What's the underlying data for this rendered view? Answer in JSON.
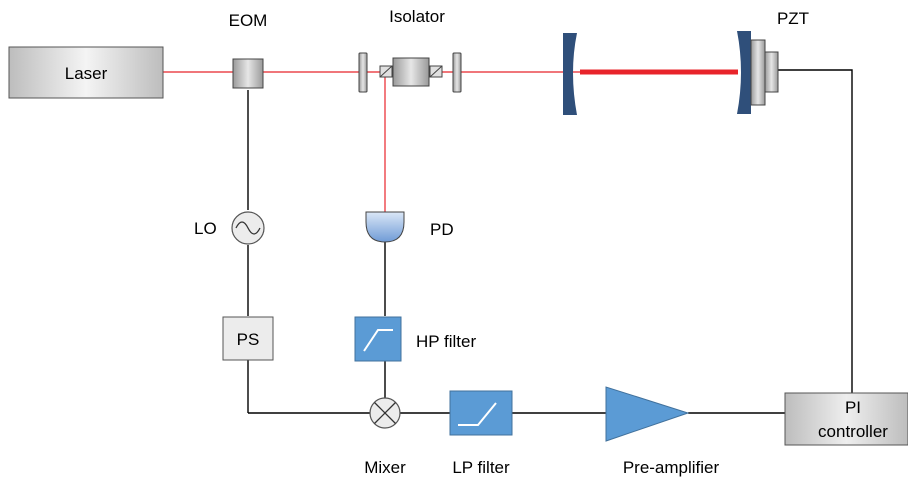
{
  "labels": {
    "laser": "Laser",
    "eom": "EOM",
    "isolator": "Isolator",
    "pzt": "PZT",
    "lo": "LO",
    "pd": "PD",
    "ps": "PS",
    "hp_filter": "HP filter",
    "mixer": "Mixer",
    "lp_filter": "LP filter",
    "pre_amplifier": "Pre-amplifier",
    "pi_controller_line1": "PI",
    "pi_controller_line2": "controller"
  },
  "colors": {
    "beam": "#e8242b",
    "filter": "#5b9bd5",
    "pd": "#8fb3e0",
    "mirror": "#2f4f7a",
    "box_gray": "#ececec",
    "wire": "#000000"
  }
}
